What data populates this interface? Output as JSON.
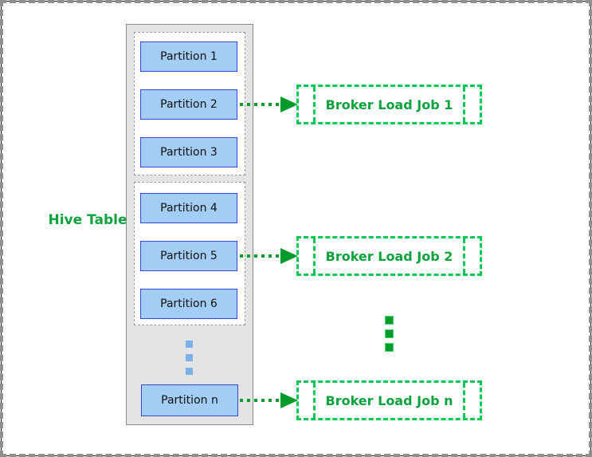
{
  "diagram": {
    "hive_table_label": "Hive Table",
    "partition_groups": [
      {
        "partitions": [
          "Partition 1",
          "Partition 2",
          "Partition 3"
        ]
      },
      {
        "partitions": [
          "Partition 4",
          "Partition 5",
          "Partition 6"
        ]
      }
    ],
    "last_partition": "Partition n",
    "broker_jobs": [
      "Broker Load Job 1",
      "Broker Load Job 2",
      "Broker Load Job n"
    ],
    "colors": {
      "label_green": "#0aa23c",
      "dashed_box_green": "#00c853",
      "arrow_green": "#069b2b",
      "partition_fill": "#a3cdf5",
      "partition_border": "#3b46d6",
      "container_fill": "#e4e4e4",
      "container_border": "#8a8a8a",
      "blue_dot": "#7db1ea",
      "selection_border_gray": "#8f8f8f"
    }
  }
}
